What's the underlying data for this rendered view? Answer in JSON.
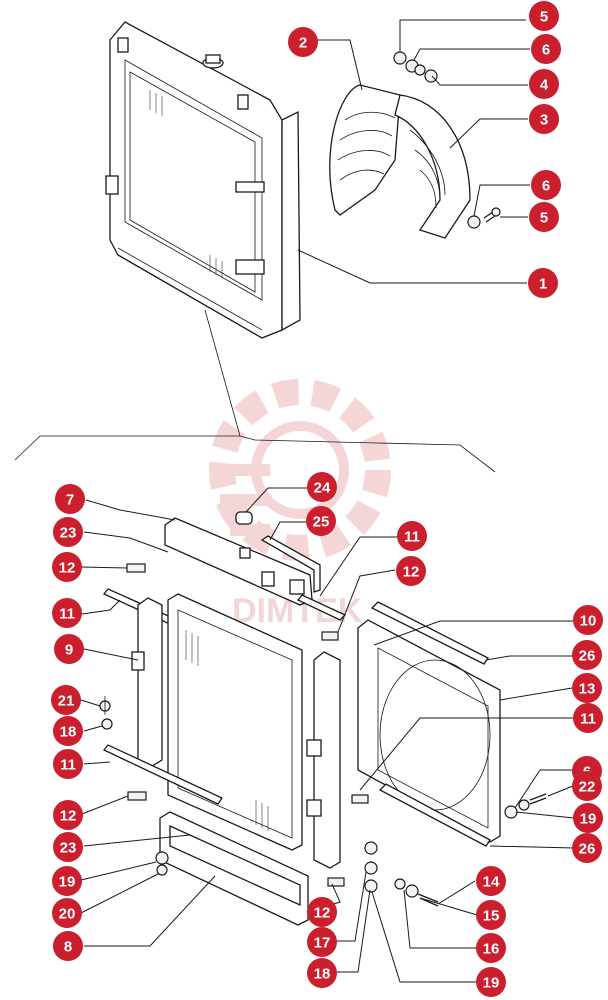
{
  "callouts": [
    {
      "label": "5"
    },
    {
      "label": "6"
    },
    {
      "label": "4"
    },
    {
      "label": "2"
    },
    {
      "label": "3"
    },
    {
      "label": "6"
    },
    {
      "label": "5"
    },
    {
      "label": "1"
    },
    {
      "label": "24"
    },
    {
      "label": "7"
    },
    {
      "label": "25"
    },
    {
      "label": "23"
    },
    {
      "label": "11"
    },
    {
      "label": "12"
    },
    {
      "label": "12"
    },
    {
      "label": "11"
    },
    {
      "label": "9"
    },
    {
      "label": "10"
    },
    {
      "label": "26"
    },
    {
      "label": "13"
    },
    {
      "label": "11"
    },
    {
      "label": "21"
    },
    {
      "label": "18"
    },
    {
      "label": "11"
    },
    {
      "label": "6"
    },
    {
      "label": "22"
    },
    {
      "label": "19"
    },
    {
      "label": "12"
    },
    {
      "label": "26"
    },
    {
      "label": "23"
    },
    {
      "label": "19"
    },
    {
      "label": "14"
    },
    {
      "label": "20"
    },
    {
      "label": "12"
    },
    {
      "label": "15"
    },
    {
      "label": "8"
    },
    {
      "label": "17"
    },
    {
      "label": "16"
    },
    {
      "label": "18"
    },
    {
      "label": "19"
    }
  ],
  "watermark": {
    "text": "DIMTEK"
  },
  "colors": {
    "callout_fill": "#cc1f2d",
    "callout_text": "#ffffff",
    "watermark": "#e9b5b5",
    "line": "#1a1a1a"
  }
}
